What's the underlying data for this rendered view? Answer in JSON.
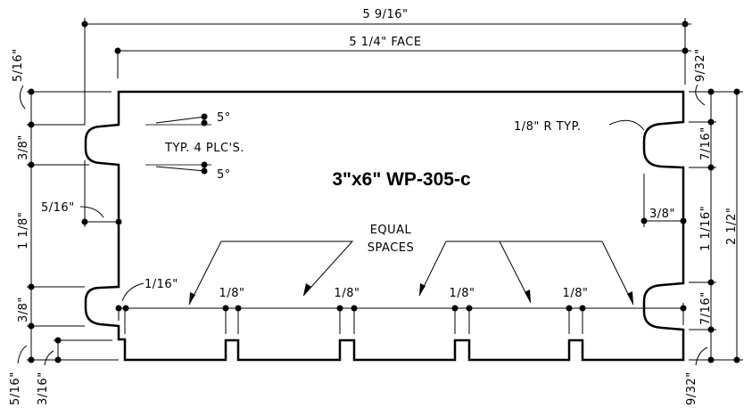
{
  "title": "3\"x6\" WP-305-c",
  "dimensions": {
    "overall_width": "5 9/16\"",
    "face_width": "5 1/4\" FACE",
    "left_top": "5/16\"",
    "left_upper_notch": "3/8\"",
    "left_middle": "1 1/8\"",
    "left_lower_notch": "3/8\"",
    "left_bottom": "5/16\"",
    "left_groove_depth": "3/16\"",
    "left_notch_depth": "5/16\"",
    "right_top": "9/32\"",
    "right_top_offset": "9/32\"",
    "right_upper_notch": "7/16\"",
    "right_middle": "1 1/16\"",
    "right_lower_notch": "7/16\"",
    "right_bottom": "9/32\"",
    "overall_height": "2 1/2\"",
    "right_notch_depth": "3/8\"",
    "edge_offset": "1/16\"",
    "groove_widths": [
      "1/8\"",
      "1/8\"",
      "1/8\"",
      "1/8\""
    ]
  },
  "notes": {
    "angle_top": "5°",
    "angle_bottom": "5°",
    "typical": "TYP. 4 PLC'S.",
    "radius": "1/8\" R TYP.",
    "equal_line1": "EQUAL",
    "equal_line2": "SPACES"
  }
}
